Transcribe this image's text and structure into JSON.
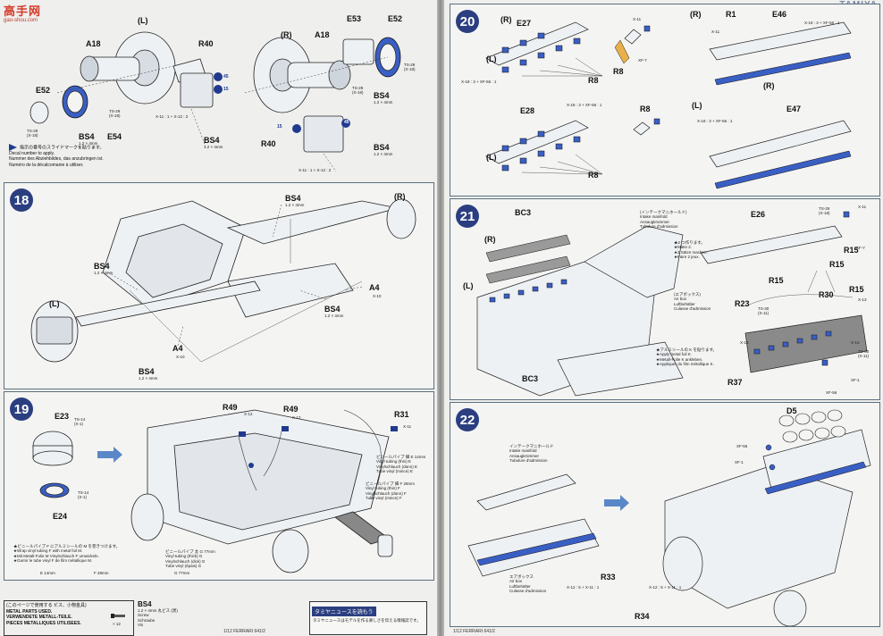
{
  "watermark": {
    "title": "高手网",
    "sub": "gao-shou.com"
  },
  "brand": "TAMIYA",
  "steps": [
    "18",
    "19",
    "20",
    "21",
    "22"
  ],
  "decal_note": {
    "ja": "指示の番号のスライドマークを貼ります。",
    "en": "Decal number to apply.",
    "de": "Nummer des Abziehbildes, das anzubringen ist.",
    "fr": "Numéro de la décalcomanie à utiliser."
  },
  "top_labels": {
    "E52_a": "E52",
    "A18_a": "A18",
    "L_a": "(L)",
    "R40_a": "R40",
    "n45_a": "45",
    "n15_a": "15",
    "ts29_a": "TS-29\n(X-18)",
    "ts29_b": "TS-29\n(X-18)",
    "x11_a": "X-11 : 1 + X-12 : 2",
    "BS4_a": "BS4",
    "BS4_a_size": "1.2 × 4mm",
    "E54": "E54",
    "R_a": "(R)",
    "A18_b": "A18",
    "E53": "E53",
    "E52_b": "E52",
    "ts29_c": "TS-29\n(X-18)",
    "ts29_d": "TS-29\n(X-18)",
    "BS4_b": "BS4",
    "BS4_b_size": "1.2 × 4mm",
    "R40_b": "R40",
    "n15_b": "15",
    "n45_b": "45",
    "BS4_c": "BS4",
    "BS4_c_size": "1.2 × 4mm",
    "x11_b": "X-11 : 1 + X-12 : 2"
  },
  "step18": {
    "BS4_1": "BS4",
    "BS4_1_size": "1.2 × 4mm",
    "R": "(R)",
    "BS4_2": "BS4",
    "BS4_2_size": "1.2 × 4mm",
    "L": "(L)",
    "A4_1": "A4",
    "A4_1_code": "X-10",
    "BS4_3": "BS4",
    "BS4_3_size": "1.2 × 4mm",
    "A4_2": "A4",
    "A4_2_code": "X-10",
    "BS4_4": "BS4",
    "BS4_4_size": "1.2 × 4mm"
  },
  "step19": {
    "E23": "E23",
    "ts14_a": "TS-14\n(X-1)",
    "ts14_b": "TS-14\n(X-1)",
    "E24": "E24",
    "R49_a": "R49",
    "x12_a": "X-12",
    "R49_b": "R49",
    "x12_b": "X-12",
    "R31": "R31",
    "x11": "X-11",
    "tubeE": "ビニールパイプ 細 E 14mm\nVinyl tubing (thin) E\nVinylschlauch (dünn) E\nTube vinyl (mince) E",
    "tubeF": "ビニールパイプ 細 F 28mm\nVinyl tubing (thin) F\nVinylschlauch (dünn) F\nTube vinyl (mince) F",
    "tubeG": "ビニールパイプ 太 G 77mm\nVinyl tubing (thick) G\nVinylschlauch (dick) G\nTube vinyl (épais) G",
    "wrap": "★ビニールパイプ F にアルミシールの M を巻きつけます。\n★Wrap vinyl tubing F with metal foil M.\n★Mit Metall-Folie M Vinylschlauch F umwickeln.\n★Garnir le tube vinyl F de film métallique M.",
    "scaleE": "E 14mm",
    "scaleF": "F 28mm",
    "scaleG": "G 77mm"
  },
  "parts_used": {
    "ja": "(このページで使用する ビス、小物金具)",
    "en": "METAL PARTS USED.",
    "de": "VERWENDETE METALL-TEILE.",
    "fr": "PIECES METALLIQUES UTILISEES.",
    "part": "BS4",
    "part_size": "1.2 × 4mm 丸ビス (黒)",
    "part_en": "Screw",
    "part_de": "Schraube",
    "part_fr": "Vis",
    "qty": "× 12"
  },
  "news": {
    "title": "タミヤニュースを読もう",
    "body": "タミヤニュースはモデルを作る楽しさを伝える情報誌です。"
  },
  "footer_left": "1/12 FERRARI 641/2",
  "footer_right": "1/12 FERRARI 641/2",
  "step20": {
    "R_a": "(R)",
    "E27": "E27",
    "x11_a": "X-11",
    "R8_a": "R8",
    "xf7": "XF-7",
    "L_a": "(L)",
    "x18a": "X-18 : 3 + XF-56 : 1",
    "R8_b": "R8",
    "E28": "E28",
    "x18b": "X-18 : 3 + XF-56 : 1",
    "R8_c": "R8",
    "R8_d": "R8",
    "L_b": "(L)",
    "R_b": "(R)",
    "R1": "R1",
    "E46": "E46",
    "x18c": "X-18 : 3 + XF-56 : 1",
    "x11_b": "X-11",
    "R_c": "(R)",
    "L_c": "(L)",
    "E47": "E47",
    "x18d": "X-18 : 3 + XF-56 : 1"
  },
  "step21": {
    "BC3_a": "BC3",
    "R": "(R)",
    "L": "(L)",
    "BC3_b": "BC3",
    "intake": "(インテークマニホールド)\nIntake manifold\nAnsaugkrümmer\nTubulure d'admission",
    "make2": "★2 つ作ります。\n★Make 2.\n★2 Sätze machen.\n★Faire 2 jeux.",
    "E26": "E26",
    "ts29": "TS-29\n(X-18)",
    "x11": "X-11",
    "xf7": "XF-7",
    "R15_a": "R15",
    "R15_b": "R15",
    "R15_c": "R15",
    "R15_d": "R15",
    "airbox": "(エアボックス)\nAir box\nLuftbehälter\nCulasse d'admission",
    "R23": "R23",
    "ts30_a": "TS-30\n(X-11)",
    "x13_a": "X-13",
    "x13_b": "X-13",
    "R30": "R30",
    "x13_c": "X-13",
    "ts30_b": "TS-30\n(X-11)",
    "foil": "★アルミシールの K を貼ります。\n★Apply metal foil K.\n★Metall-Folie K ankleben.\n★Appliquer du film métallique K.",
    "R37": "R37",
    "xf1": "XF-1",
    "xf56": "XF-56"
  },
  "step22": {
    "intake": "インテークマニホールド\nIntake manifold\nAnsaugkrümmer\nTubulure d'admission",
    "airbox": "エアボックス\nAir box\nLuftbehälter\nCulasse d'admission",
    "D5": "D5",
    "xf56": "XF-56",
    "xf1": "XF-1",
    "R33": "R33",
    "x12": "X-12 : 5 + X-11 : 1",
    "x12b": "X-12 : 5 + X-11 : 1",
    "R34": "R34"
  }
}
